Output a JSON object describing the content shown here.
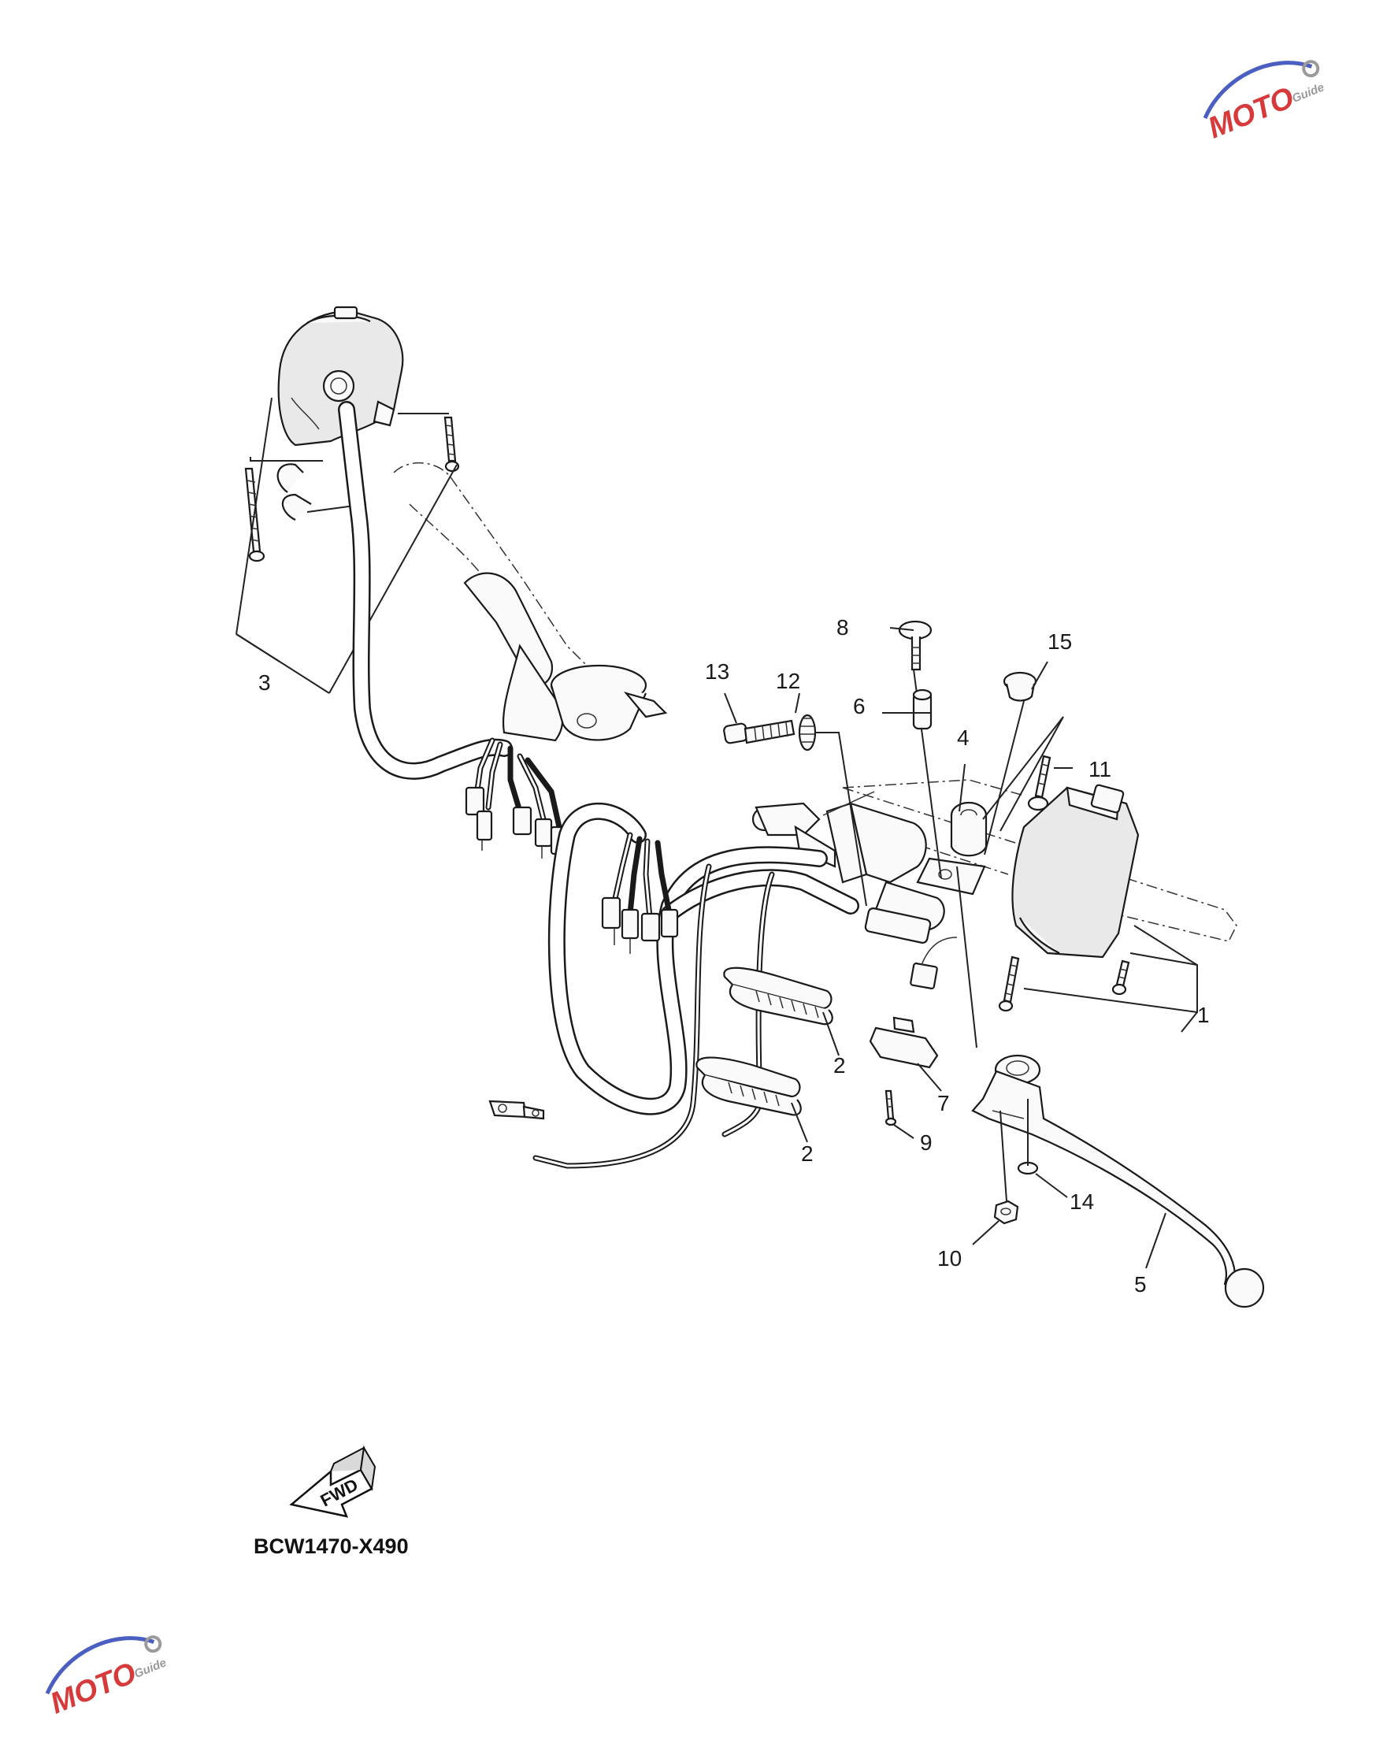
{
  "diagram": {
    "code": "BCW1470-X490",
    "fwd_label": "FWD",
    "callouts": [
      {
        "id": "c1",
        "label": "1"
      },
      {
        "id": "c2a",
        "label": "2"
      },
      {
        "id": "c2b",
        "label": "2"
      },
      {
        "id": "c3",
        "label": "3"
      },
      {
        "id": "c4",
        "label": "4"
      },
      {
        "id": "c5",
        "label": "5"
      },
      {
        "id": "c6",
        "label": "6"
      },
      {
        "id": "c7",
        "label": "7"
      },
      {
        "id": "c8",
        "label": "8"
      },
      {
        "id": "c9",
        "label": "9"
      },
      {
        "id": "c10",
        "label": "10"
      },
      {
        "id": "c11",
        "label": "11"
      },
      {
        "id": "c12",
        "label": "12"
      },
      {
        "id": "c13",
        "label": "13"
      },
      {
        "id": "c14",
        "label": "14"
      },
      {
        "id": "c15",
        "label": "15"
      }
    ]
  },
  "watermark": {
    "brand": "MOTO",
    "sub": "Guide",
    "colors": {
      "red": "#d63a3a",
      "blue": "#4a5fc1",
      "gray": "#9a9a9a"
    }
  }
}
